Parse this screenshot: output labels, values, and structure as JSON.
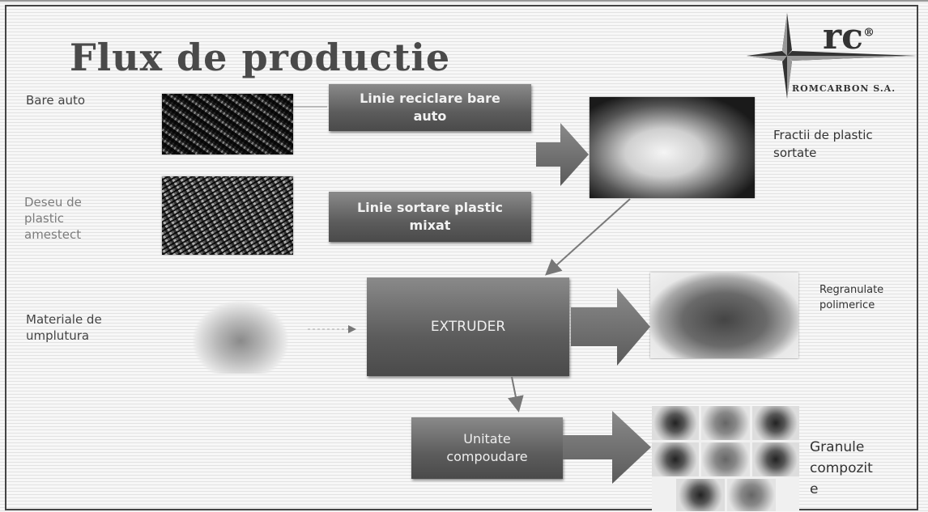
{
  "slide": {
    "title": "Flux de productie"
  },
  "logo": {
    "mark": "rc",
    "registered": "®",
    "company": "ROMCARBON S.A."
  },
  "inputs": {
    "bumpers": "Bare auto",
    "mixed_waste": [
      "Deseu de",
      "plastic",
      "amestect"
    ],
    "fillers": [
      "Materiale de",
      "umplutura"
    ]
  },
  "processes": {
    "bumper_line": [
      "Linie reciclare bare",
      "auto"
    ],
    "sorting_line": [
      "Linie sortare plastic",
      "mixat"
    ],
    "extruder": "EXTRUDER",
    "compounding": [
      "Unitate",
      "compoudare"
    ]
  },
  "outputs": {
    "fractions": [
      "Fractii de plastic",
      "sortate"
    ],
    "regranulates": [
      "Regranulate",
      "polimerice"
    ],
    "composite": [
      "Granule",
      "compozit",
      "e"
    ]
  },
  "icons": {
    "logo_star": "compass-star-icon",
    "arrows": "block-arrow-icon"
  },
  "colors": {
    "box_fill_top": "#8a8a8a",
    "box_fill_bottom": "#4a4a4a",
    "arrow_fill": "#6e6e6e",
    "text": "#444444"
  }
}
